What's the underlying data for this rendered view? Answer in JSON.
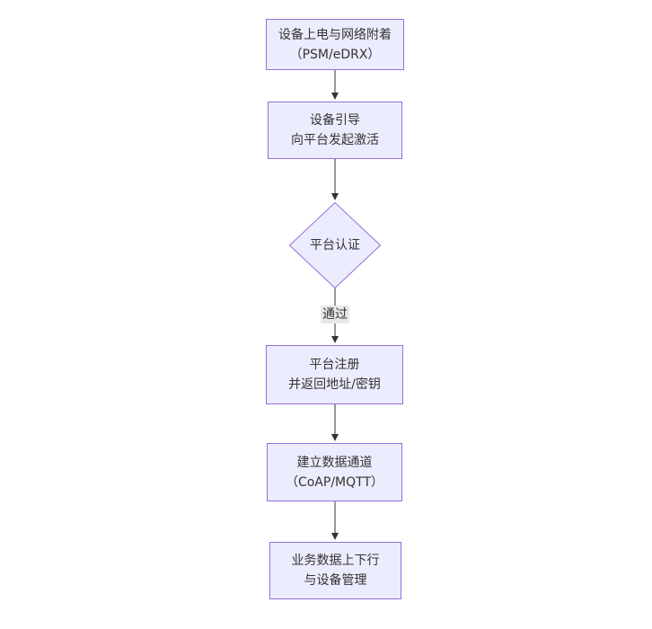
{
  "diagram": {
    "type": "flowchart",
    "direction": "top-down",
    "nodes": [
      {
        "id": "power-attach",
        "shape": "rect",
        "lines": [
          "设备上电与网络附着",
          "（PSM/eDRX）"
        ]
      },
      {
        "id": "bootstrap",
        "shape": "rect",
        "lines": [
          "设备引导",
          "向平台发起激活"
        ]
      },
      {
        "id": "platform-auth",
        "shape": "diamond",
        "lines": [
          "平台认证"
        ]
      },
      {
        "id": "register",
        "shape": "rect",
        "lines": [
          "平台注册",
          "并返回地址/密钥"
        ]
      },
      {
        "id": "data-channel",
        "shape": "rect",
        "lines": [
          "建立数据通道",
          "（CoAP/MQTT）"
        ]
      },
      {
        "id": "business",
        "shape": "rect",
        "lines": [
          "业务数据上下行",
          "与设备管理"
        ]
      }
    ],
    "edges": [
      {
        "from": "power-attach",
        "to": "bootstrap",
        "label": ""
      },
      {
        "from": "bootstrap",
        "to": "platform-auth",
        "label": ""
      },
      {
        "from": "platform-auth",
        "to": "register",
        "label": "通过"
      },
      {
        "from": "register",
        "to": "data-channel",
        "label": ""
      },
      {
        "from": "data-channel",
        "to": "business",
        "label": ""
      }
    ],
    "colors": {
      "node_fill": "#ECECFF",
      "node_border": "#9370DB",
      "edge_line": "#333333",
      "text": "#333333",
      "edge_label_bg": "#e8e8e8",
      "background": "#ffffff"
    }
  }
}
